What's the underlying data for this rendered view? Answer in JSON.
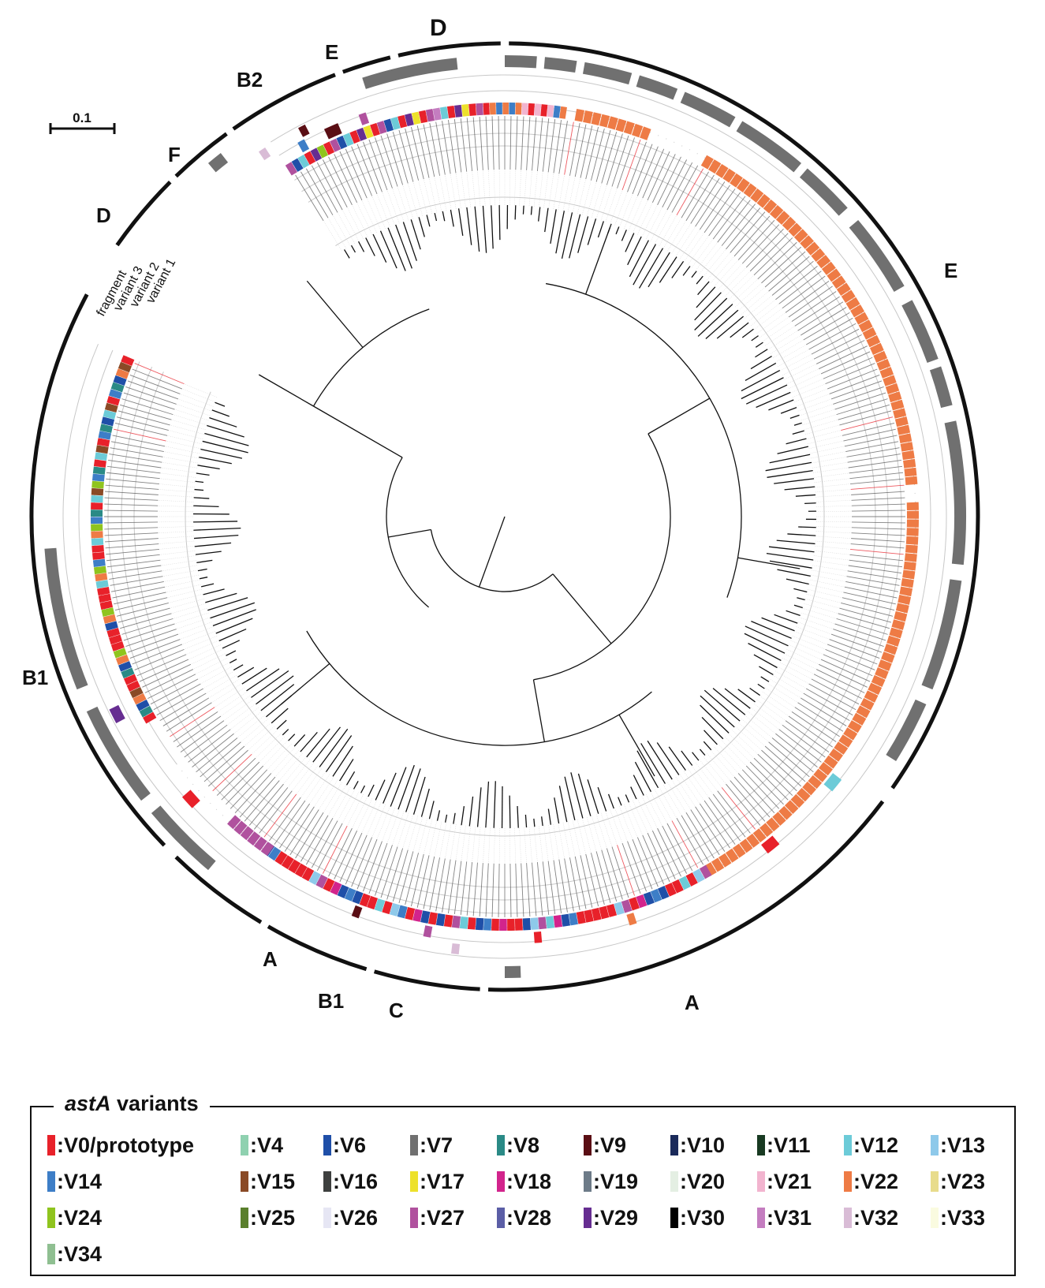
{
  "figure": {
    "scale_bar_label": "0.1",
    "ring_labels": [
      "fragment",
      "variant 3",
      "variant 2",
      "variant 1"
    ],
    "clade_labels": [
      {
        "label": "D"
      },
      {
        "label": "E"
      },
      {
        "label": "B2"
      },
      {
        "label": "F"
      },
      {
        "label": "D"
      },
      {
        "label": "E"
      },
      {
        "label": "B1"
      },
      {
        "label": "A"
      },
      {
        "label": "B1"
      },
      {
        "label": "C"
      },
      {
        "label": "A"
      }
    ]
  },
  "legend": {
    "title_gene": "astA",
    "title_rest": " variants",
    "items": [
      {
        "label": ":V0/prototype",
        "color": "#e8212a"
      },
      {
        "label": ":V4",
        "color": "#8fd1b0"
      },
      {
        "label": ":V6",
        "color": "#1f4fa8"
      },
      {
        "label": ":V7",
        "color": "#707070"
      },
      {
        "label": ":V8",
        "color": "#2a8a86"
      },
      {
        "label": ":V9",
        "color": "#5a0e14"
      },
      {
        "label": ":V10",
        "color": "#1a2a5a"
      },
      {
        "label": ":V11",
        "color": "#183a22"
      },
      {
        "label": ":V12",
        "color": "#6ccbd8"
      },
      {
        "label": ":V13",
        "color": "#8ec9ea"
      },
      {
        "label": ":V14",
        "color": "#3d7ec7"
      },
      {
        "label": ":V15",
        "color": "#8a4a26"
      },
      {
        "label": ":V16",
        "color": "#3e403f"
      },
      {
        "label": ":V17",
        "color": "#ede12b"
      },
      {
        "label": ":V18",
        "color": "#d2248c"
      },
      {
        "label": ":V19",
        "color": "#6d7b88"
      },
      {
        "label": ":V20",
        "color": "#e4efe3"
      },
      {
        "label": ":V21",
        "color": "#f2b4cf"
      },
      {
        "label": ":V22",
        "color": "#ee7b45"
      },
      {
        "label": ":V23",
        "color": "#e8dc8c"
      },
      {
        "label": ":V24",
        "color": "#8fc41e"
      },
      {
        "label": ":V25",
        "color": "#5a7f2c"
      },
      {
        "label": ":V26",
        "color": "#e6e6f4"
      },
      {
        "label": ":V27",
        "color": "#b0519e"
      },
      {
        "label": ":V28",
        "color": "#5b5ea6"
      },
      {
        "label": ":V29",
        "color": "#662d91"
      },
      {
        "label": ":V30",
        "color": "#000000"
      },
      {
        "label": ":V31",
        "color": "#c47dc0"
      },
      {
        "label": ":V32",
        "color": "#d9bcd6"
      },
      {
        "label": ":V33",
        "color": "#fafbe0"
      },
      {
        "label": ":V34",
        "color": "#8fbf91"
      }
    ]
  }
}
